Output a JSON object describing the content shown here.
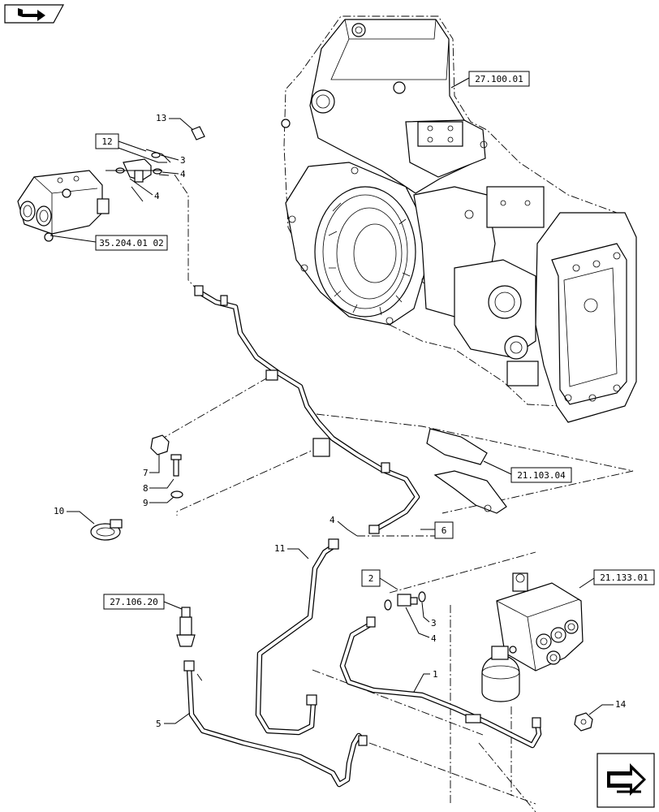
{
  "diagram": {
    "callouts": {
      "c1": "1",
      "c2": "2",
      "c3a": "3",
      "c3b": "3",
      "c4a": "4",
      "c4b": "4",
      "c4c": "4",
      "c4d": "4",
      "c5": "5",
      "c6": "6",
      "c7": "7",
      "c8": "8",
      "c9": "9",
      "c10": "10",
      "c11": "11",
      "c12": "12",
      "c13": "13",
      "c14": "14"
    },
    "references": {
      "r_27_100_01": "27.100.01",
      "r_35_204_01_02": "35.204.01 02",
      "r_21_103_04": "21.103.04",
      "r_21_133_01": "21.133.01",
      "r_27_106_20": "27.106.20"
    }
  },
  "nav": {
    "prev_icon": "return-arrow-icon",
    "next_icon": "next-page-arrow-icon"
  }
}
